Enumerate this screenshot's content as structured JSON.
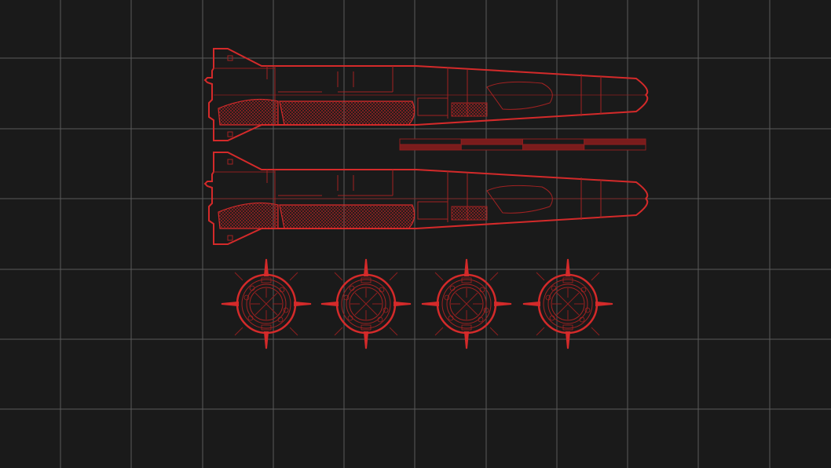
{
  "colors": {
    "background": "#1a1a1a",
    "grid": "#5a5a5a",
    "stroke": "#d42a2a",
    "stroke_dim": "#8e1e1e"
  },
  "drawing": {
    "side_views": [
      "missile-side-view-1",
      "missile-side-view-2"
    ],
    "rear_views": [
      "rear-view-1",
      "rear-view-2",
      "rear-view-3",
      "rear-view-4"
    ],
    "scale_bar_segments": 4
  }
}
